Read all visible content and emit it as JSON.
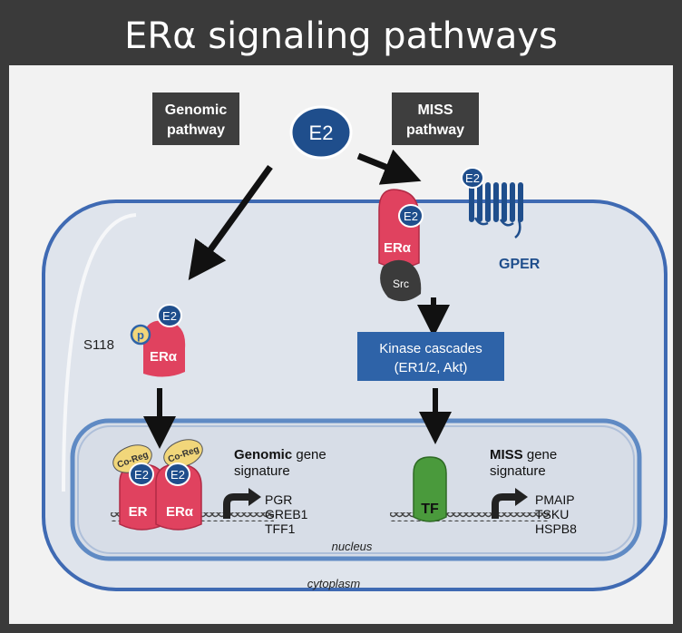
{
  "title": "ERα signaling pathways",
  "labels": {
    "genomic_pathway": [
      "Genomic",
      "pathway"
    ],
    "miss_pathway": [
      "MISS",
      "pathway"
    ],
    "e2": "E2",
    "gper": "GPER",
    "src": "Src",
    "era": "ERα",
    "er": "ER",
    "s118": "S118",
    "p": "p",
    "co_reg": "Co-Reg",
    "kinase": [
      "Kinase cascades",
      "(ER1/2, Akt)"
    ],
    "tf": "TF",
    "nucleus": "nucleus",
    "cytoplasm": "cytoplasm",
    "genomic_sig_bold": "Genomic",
    "genomic_sig_rest": " gene",
    "genomic_sig_line2": "signature",
    "miss_sig_bold": "MISS",
    "miss_sig_rest": " gene",
    "miss_sig_line2": "signature",
    "genomic_genes": [
      "PGR",
      "GREB1",
      "TFF1"
    ],
    "miss_genes": [
      "PMAIP",
      "TSKU",
      "HSPB8"
    ]
  },
  "colors": {
    "frame": "#3a3a3a",
    "panel": "#f2f2f2",
    "cell_fill": "#dde3ec",
    "cell_border": "#3f6ab3",
    "navy": "#1f4e8c",
    "receptor": "#e0425f",
    "coreg": "#f1d67a",
    "tf": "#4a9a3c",
    "kinase_box": "#2e63a8"
  }
}
